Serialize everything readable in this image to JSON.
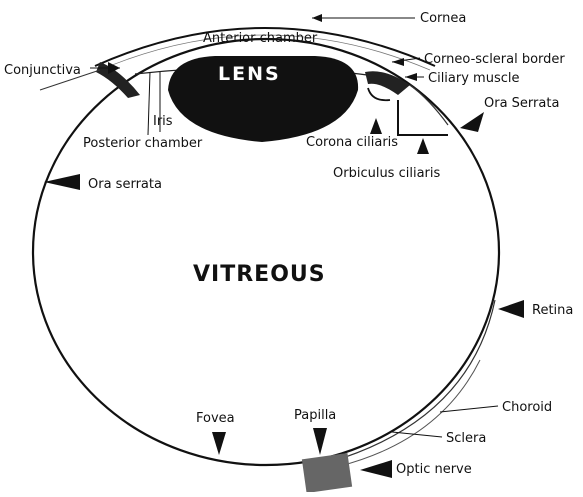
{
  "diagram": {
    "labels": {
      "cornea": "Cornea",
      "anterior_chamber": "Anterior chamber",
      "lens": "LENS",
      "conjunctiva": "Conjunctiva",
      "corneo_scleral_border": "Corneo-scleral border",
      "ciliary_muscle": "Ciliary muscle",
      "ora_serrata_right": "Ora Serrata",
      "iris": "Iris",
      "posterior_chamber": "Posterior chamber",
      "corona_ciliaris": "Corona ciliaris",
      "orbiculus_ciliaris": "Orbiculus ciliaris",
      "ora_serrata_left": "Ora serrata",
      "vitreous": "VITREOUS",
      "retina": "Retina",
      "choroid": "Choroid",
      "fovea": "Fovea",
      "papilla": "Papilla",
      "sclera": "Sclera",
      "optic_nerve": "Optic nerve"
    }
  }
}
